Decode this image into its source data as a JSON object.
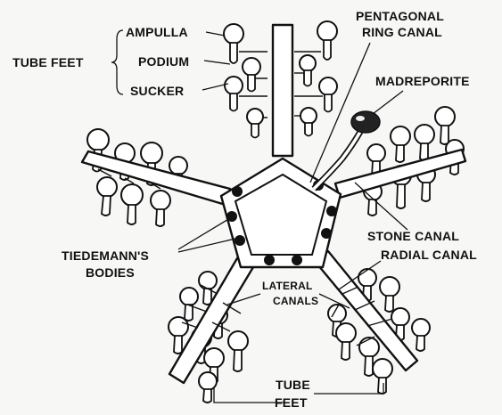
{
  "labels": {
    "tube_feet_top": "TUBE FEET",
    "ampulla": "AMPULLA",
    "podium": "PODIUM",
    "sucker": "SUCKER",
    "pentagonal_line1": "PENTAGONAL",
    "pentagonal_line2": "RING CANAL",
    "madreporite": "MADREPORITE",
    "tiedemann_line1": "TIEDEMANN'S",
    "tiedemann_line2": "BODIES",
    "stone_canal": "STONE CANAL",
    "radial_canal": "RADIAL CANAL",
    "lateral_line1": "LATERAL",
    "lateral_line2": "CANALS",
    "tube_feet_bottom_line1": "TUBE",
    "tube_feet_bottom_line2": "FEET"
  }
}
